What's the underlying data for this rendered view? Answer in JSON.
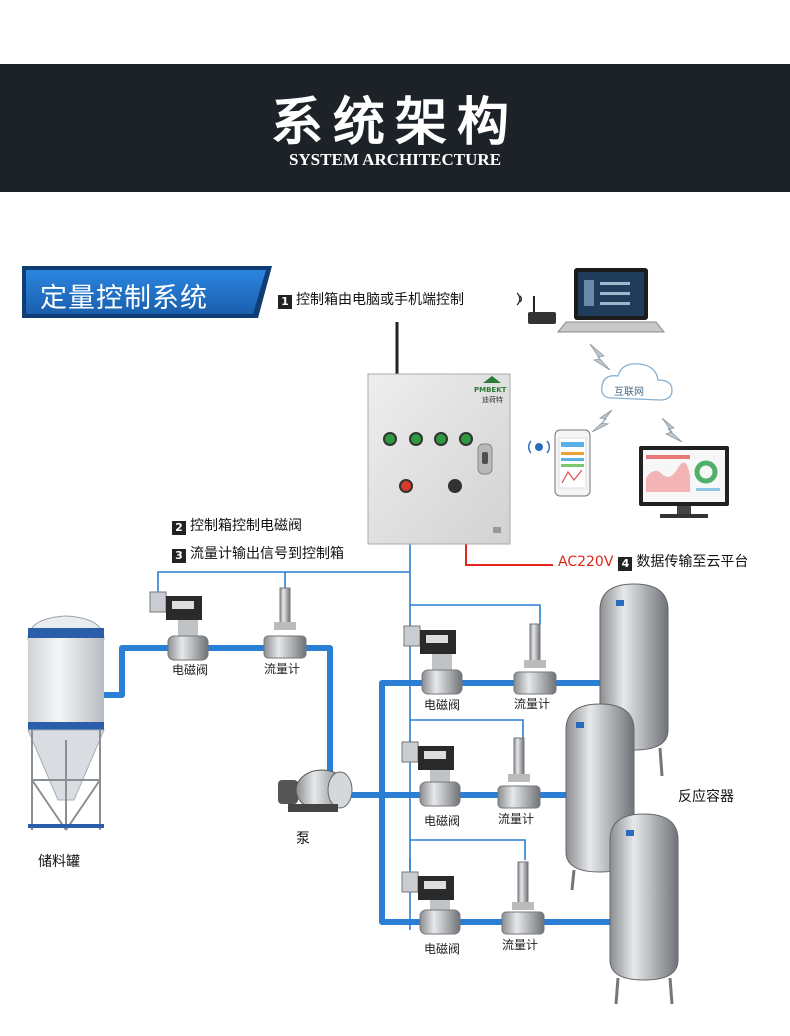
{
  "header": {
    "title": "系统架构",
    "subtitle": "SYSTEM ARCHITECTURE"
  },
  "section": {
    "title": "定量控制系统"
  },
  "steps": [
    {
      "num": "1",
      "text": "控制箱由电脑或手机端控制"
    },
    {
      "num": "2",
      "text": "控制箱控制电磁阀"
    },
    {
      "num": "3",
      "text": "流量计输出信号到控制箱"
    },
    {
      "num": "4",
      "text": "数据传输至云平台"
    }
  ],
  "power": "AC220V",
  "cloud": "互联网",
  "brand": "PMBEKT",
  "brand_sub": "迪荷特",
  "labels": {
    "valve": "电磁阀",
    "flowmeter": "流量计",
    "pump": "泵",
    "tank": "储料罐",
    "reactor": "反应容器"
  },
  "colors": {
    "header_bg": "#1c2227",
    "tag_blue": "#1f6fc4",
    "pipe": "#2a7fd4",
    "signal": "#2a7fd4",
    "power_line": "#e0261b"
  }
}
